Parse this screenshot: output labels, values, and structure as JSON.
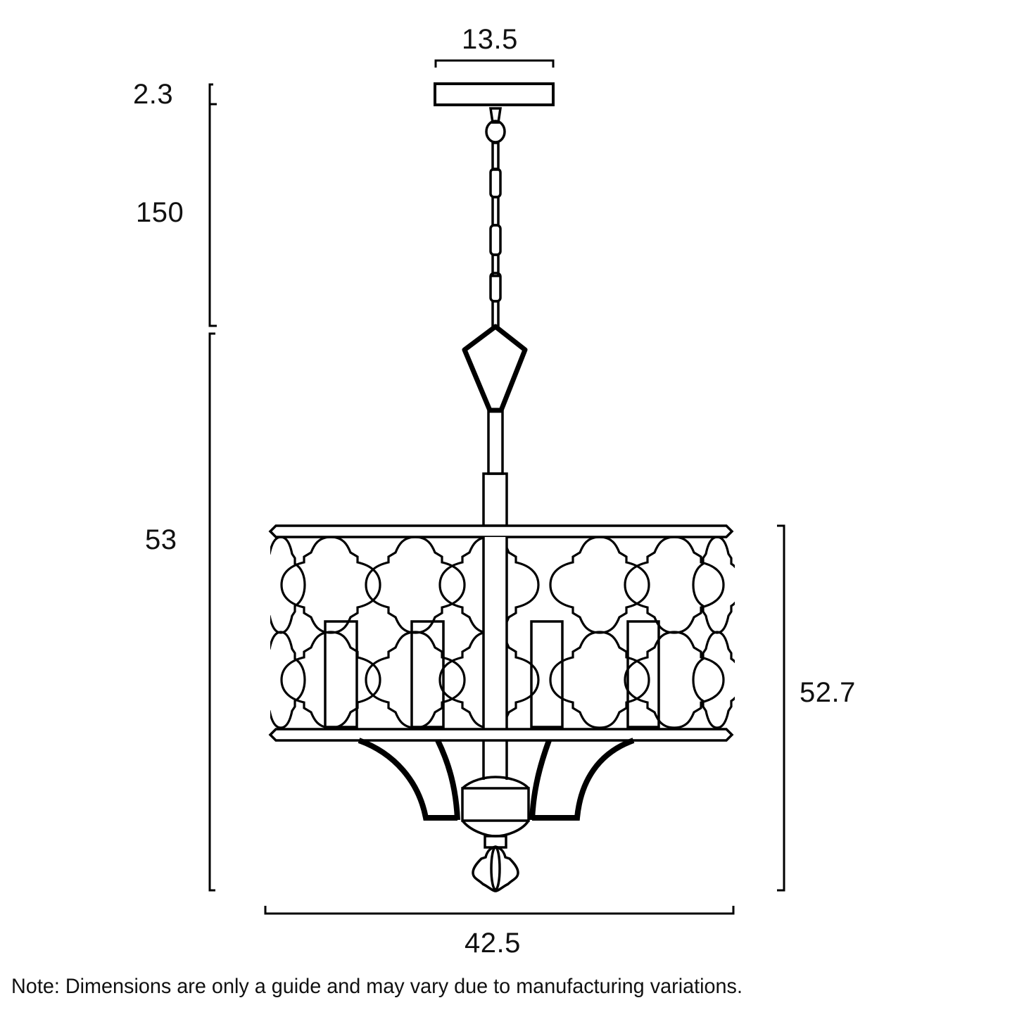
{
  "drawing": {
    "subject": "pendant light dimension drawing",
    "stroke_color": "#000000",
    "background": "#ffffff"
  },
  "dimensions": {
    "canopy_width": "13.5",
    "canopy_height": "2.3",
    "chain_length": "150",
    "body_height": "53",
    "shade_height": "52.7",
    "shade_width": "42.5"
  },
  "note": "Note: Dimensions are only a guide and may vary due to manufacturing variations."
}
